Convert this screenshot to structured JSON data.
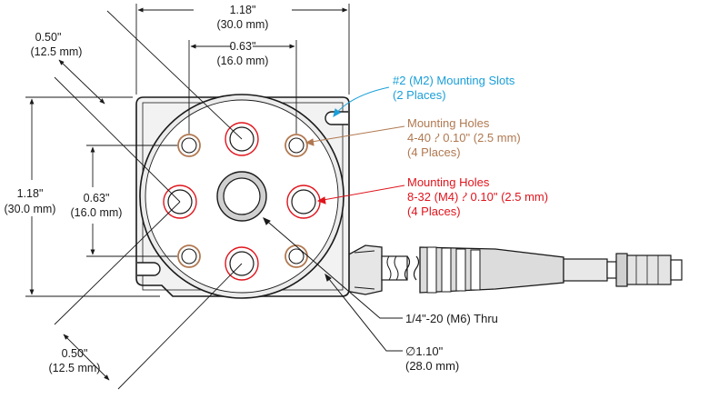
{
  "dimensions": {
    "top_width": {
      "in": "1.18\"",
      "mm": "(30.0 mm)"
    },
    "top_hole_spacing": {
      "in": "0.63\"",
      "mm": "(16.0 mm)"
    },
    "diag_upper": {
      "in": "0.50\"",
      "mm": "(12.5 mm)"
    },
    "left_height": {
      "in": "1.18\"",
      "mm": "(30.0 mm)"
    },
    "left_hole_spacing": {
      "in": "0.63\"",
      "mm": "(16.0 mm)"
    },
    "diag_lower": {
      "in": "0.50\"",
      "mm": "(12.5 mm)"
    }
  },
  "callouts": {
    "slots": {
      "line1": "#2 (M2) Mounting Slots",
      "line2": "(2 Places)",
      "color": "#1a9fd8"
    },
    "small_holes": {
      "line1": "Mounting Holes",
      "line2": "4-40 ⹔ 0.10\" (2.5 mm)",
      "line3": "(4 Places)",
      "color": "#b07850"
    },
    "large_holes": {
      "line1": "Mounting Holes",
      "line2": "8-32 (M4) ⹔ 0.10\" (2.5 mm)",
      "line3": "(4 Places)",
      "color": "#e0141c"
    },
    "center_thru": {
      "line1": "1/4\"-20 (M6) Thru"
    },
    "diameter": {
      "line1": "∅1.10\"",
      "line2": "(28.0 mm)"
    }
  }
}
